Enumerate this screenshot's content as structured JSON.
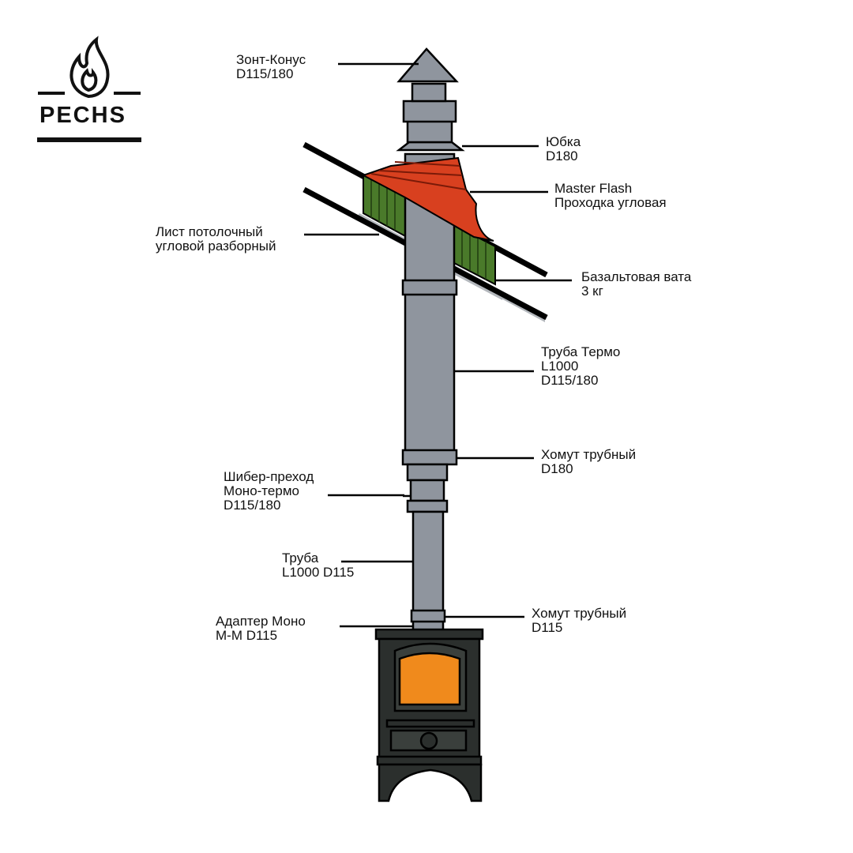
{
  "brand": {
    "name": "PECHS"
  },
  "labels": {
    "umbrella": [
      "Зонт-Конус",
      "D115/180"
    ],
    "skirt": [
      "Юбка",
      "D180"
    ],
    "flash": [
      "Master Flash",
      "Проходка угловая"
    ],
    "ceiling_sheet": [
      "Лист потолочный",
      "угловой разборный"
    ],
    "basalt": [
      "Базальтовая вата",
      "3 кг"
    ],
    "thermo_pipe": [
      "Труба Термо",
      "L1000",
      "D115/180"
    ],
    "clamp_180": [
      "Хомут трубный",
      "D180"
    ],
    "damper": [
      "Шибер-преход",
      "Моно-термо",
      "D115/180"
    ],
    "pipe": [
      "Труба",
      "L1000 D115"
    ],
    "adapter": [
      "Адаптер Моно",
      "М-М D115"
    ],
    "clamp_115": [
      "Хомут трубный",
      "D115"
    ]
  },
  "colors": {
    "pipe": "#8f959e",
    "flash": "#d8401f",
    "wool": "#4a7a2a",
    "stove": "#2b2f2d",
    "fire": "#f08a1c"
  }
}
